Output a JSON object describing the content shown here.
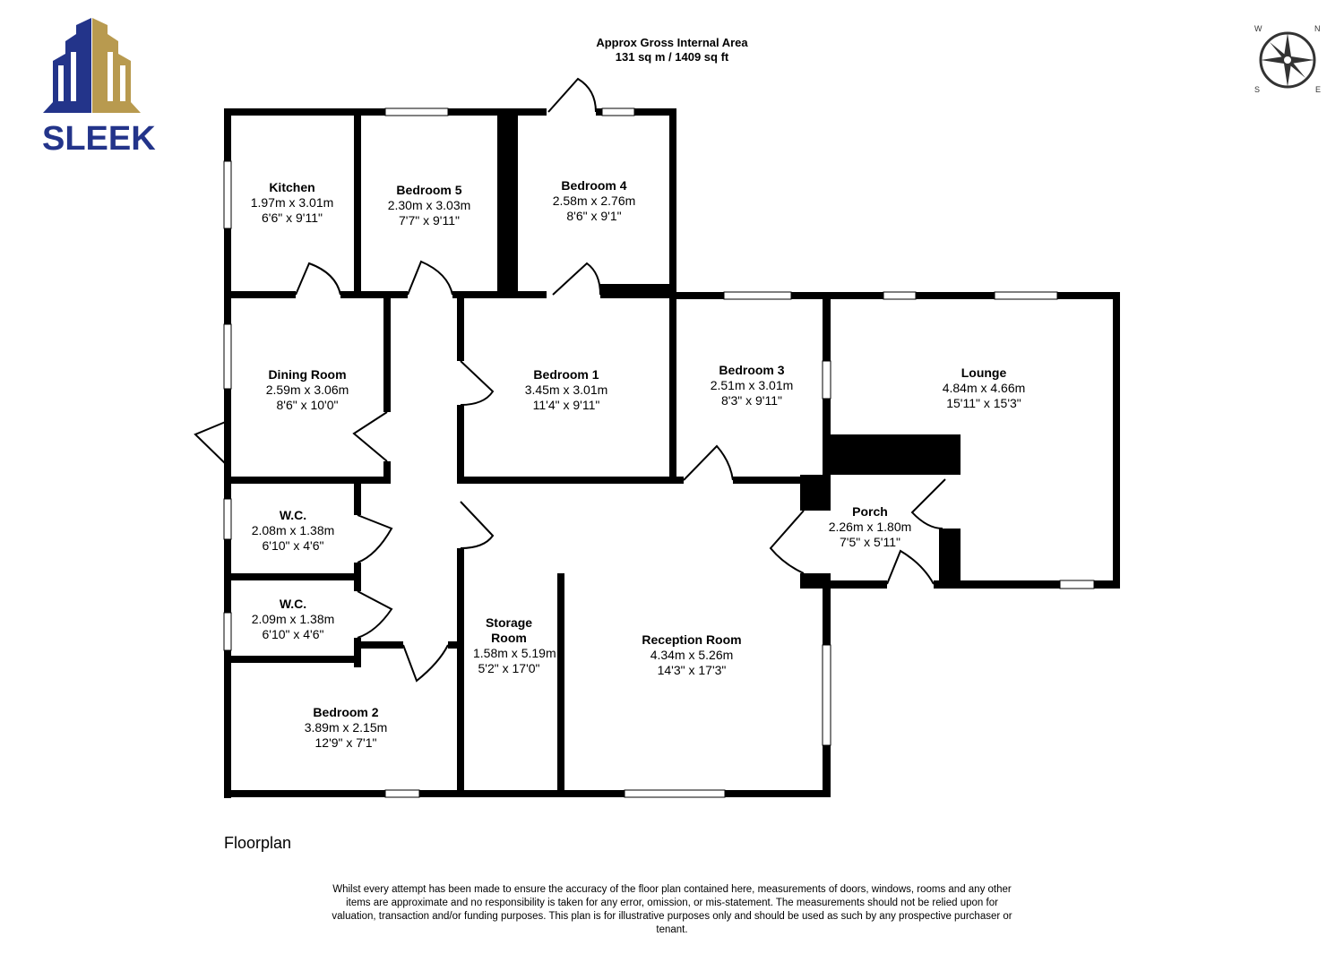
{
  "header": {
    "area_title": "Approx Gross Internal Area",
    "area_value": "131 sq m / 1409 sq ft"
  },
  "logo": {
    "text": "SLEEK",
    "colors": {
      "blue": "#23348a",
      "gold": "#b89a4f"
    }
  },
  "compass": {
    "labels": [
      "N",
      "E",
      "S",
      "W"
    ]
  },
  "rooms": {
    "kitchen": {
      "name": "Kitchen",
      "metric": "1.97m x 3.01m",
      "imperial": "6'6\" x 9'11\""
    },
    "bedroom5": {
      "name": "Bedroom 5",
      "metric": "2.30m x 3.03m",
      "imperial": "7'7\" x 9'11\""
    },
    "bedroom4": {
      "name": "Bedroom 4",
      "metric": "2.58m x 2.76m",
      "imperial": "8'6\" x 9'1\""
    },
    "dining": {
      "name": "Dining Room",
      "metric": "2.59m x 3.06m",
      "imperial": "8'6\" x 10'0\""
    },
    "bedroom1": {
      "name": "Bedroom 1",
      "metric": "3.45m x 3.01m",
      "imperial": "11'4\" x 9'11\""
    },
    "bedroom3": {
      "name": "Bedroom 3",
      "metric": "2.51m x 3.01m",
      "imperial": "8'3\" x 9'11\""
    },
    "lounge": {
      "name": "Lounge",
      "metric": "4.84m x 4.66m",
      "imperial": "15'11\" x 15'3\""
    },
    "wc1": {
      "name": "W.C.",
      "metric": "2.08m x 1.38m",
      "imperial": "6'10\" x 4'6\""
    },
    "wc2": {
      "name": "W.C.",
      "metric": "2.09m x 1.38m",
      "imperial": "6'10\" x 4'6\""
    },
    "porch": {
      "name": "Porch",
      "metric": "2.26m x 1.80m",
      "imperial": "7'5\" x 5'11\""
    },
    "storage": {
      "name": "Storage Room",
      "metric": "1.58m x 5.19m",
      "imperial": "5'2\" x 17'0\""
    },
    "reception": {
      "name": "Reception Room",
      "metric": "4.34m x 5.26m",
      "imperial": "14'3\" x 17'3\""
    },
    "bedroom2": {
      "name": "Bedroom 2",
      "metric": "3.89m x 2.15m",
      "imperial": "12'9\" x 7'1\""
    }
  },
  "floor_label": "Floorplan",
  "disclaimer": "Whilst every attempt has been made to ensure the accuracy of the floor plan contained here, measurements of doors, windows, rooms and any other items are approximate and no responsibility is taken for any error, omission, or mis-statement. The measurements should not be relied upon for valuation, transaction and/or funding purposes. This plan is for illustrative purposes only and should be used as such by any prospective purchaser or tenant."
}
